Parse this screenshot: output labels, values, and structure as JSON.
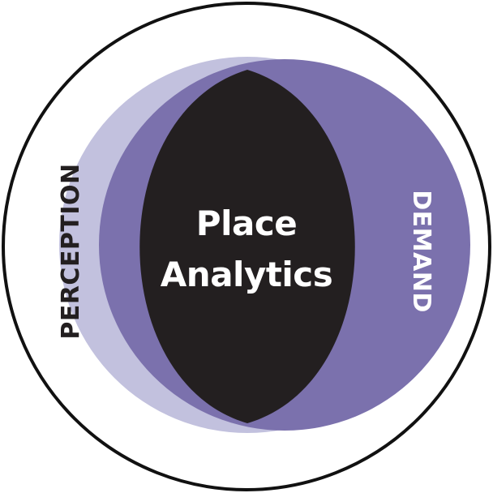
{
  "diagram": {
    "center_label_line1": "Place",
    "center_label_line2": "Analytics",
    "left_label": "PERCEPTION",
    "right_label": "DEMAND"
  },
  "colors": {
    "background": "#ffffff",
    "outer_ring": "#111111",
    "left_circle": "#c2c1de",
    "right_circle": "#7b71ad",
    "intersection": "#231f20",
    "center_text": "#ffffff",
    "left_text": "#231f20",
    "right_text": "#ffffff"
  }
}
